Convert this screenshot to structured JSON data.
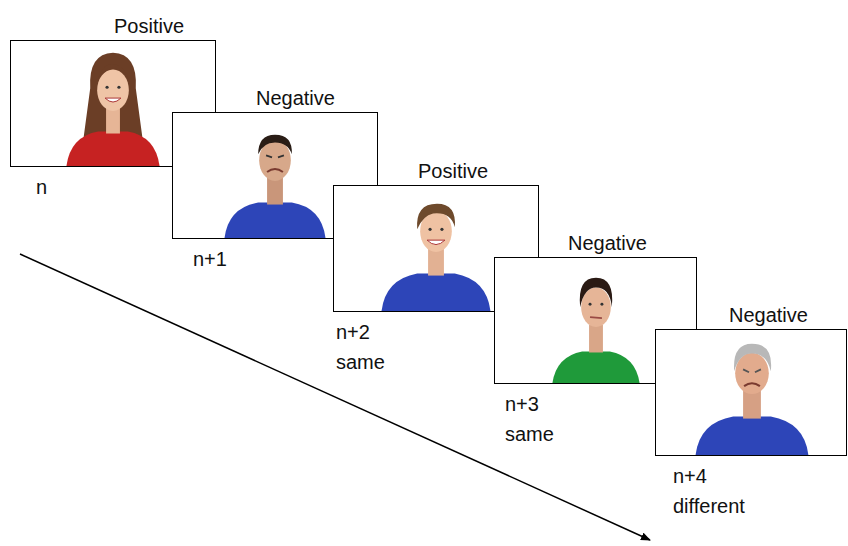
{
  "diagram": {
    "nodes": [
      {
        "text": [
          "Positive",
          "n"
        ]
      },
      {
        "text": [
          "Negative",
          "n+1"
        ]
      },
      {
        "text": [
          "Positive",
          "n+2 same"
        ]
      },
      {
        "text": [
          "Negative",
          "n+3 same"
        ]
      },
      {
        "text": [
          "Negative",
          "n+4 different"
        ]
      }
    ]
  }
}
